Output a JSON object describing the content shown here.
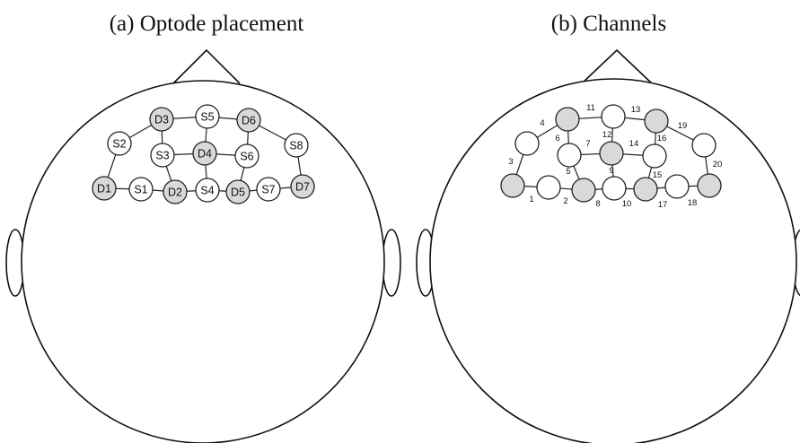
{
  "colors": {
    "source_fill": "#ffffff",
    "detector_fill": "#d9d9d9",
    "stroke": "#222222"
  },
  "panels": [
    {
      "title": "(a) Optode placement",
      "optodes": [
        {
          "id": "D1",
          "kind": "detector"
        },
        {
          "id": "S1",
          "kind": "source"
        },
        {
          "id": "D2",
          "kind": "detector"
        },
        {
          "id": "S4",
          "kind": "source"
        },
        {
          "id": "D5",
          "kind": "detector"
        },
        {
          "id": "S7",
          "kind": "source"
        },
        {
          "id": "D7",
          "kind": "detector"
        },
        {
          "id": "S2",
          "kind": "source"
        },
        {
          "id": "D3",
          "kind": "detector"
        },
        {
          "id": "S5",
          "kind": "source"
        },
        {
          "id": "D6",
          "kind": "detector"
        },
        {
          "id": "S8",
          "kind": "source"
        },
        {
          "id": "S3",
          "kind": "source"
        },
        {
          "id": "D4",
          "kind": "detector"
        },
        {
          "id": "S6",
          "kind": "source"
        }
      ]
    },
    {
      "title": "(b) Channels",
      "channel_labels": [
        "1",
        "2",
        "3",
        "4",
        "5",
        "6",
        "7",
        "8",
        "9",
        "10",
        "11",
        "12",
        "13",
        "14",
        "15",
        "16",
        "17",
        "18",
        "19",
        "20"
      ]
    }
  ]
}
